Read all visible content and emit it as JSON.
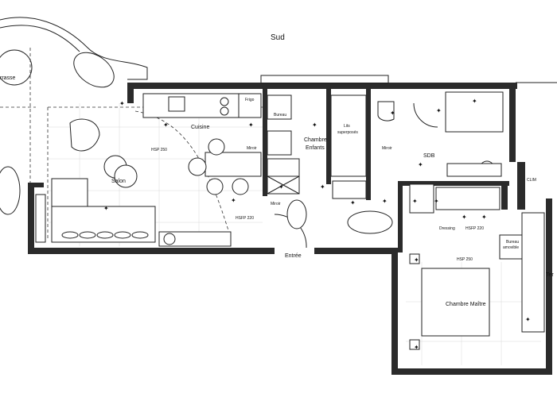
{
  "labels": {
    "sud": "Sud",
    "terrasse": "rrasse",
    "terrasse_right": "Ter",
    "frigo": "Frigo",
    "cuisine": "Cuisine",
    "bureau": "Bureau",
    "chambre_enfants_1": "Chambre",
    "chambre_enfants_2": "Enfants",
    "lits_1": "Lits",
    "lits_2": "superposés",
    "hsp_salon": "HSP 250",
    "salon": "Salon",
    "miroir_1": "Miroir",
    "miroir_2": "Miroir",
    "miroir_3": "Miroir",
    "sdb": "SDB",
    "clim": "CLIM",
    "hsfp_220_1": "HSFP 220",
    "hsfp_220_2": "HSFP 220",
    "dressing": "Dressing",
    "bureau_amovible_1": "Bureau",
    "bureau_amovible_2": "amovible",
    "entree": "Entrée",
    "hsp_chambre": "HSP 250",
    "chambre_maitre": "Chambre Maître"
  }
}
